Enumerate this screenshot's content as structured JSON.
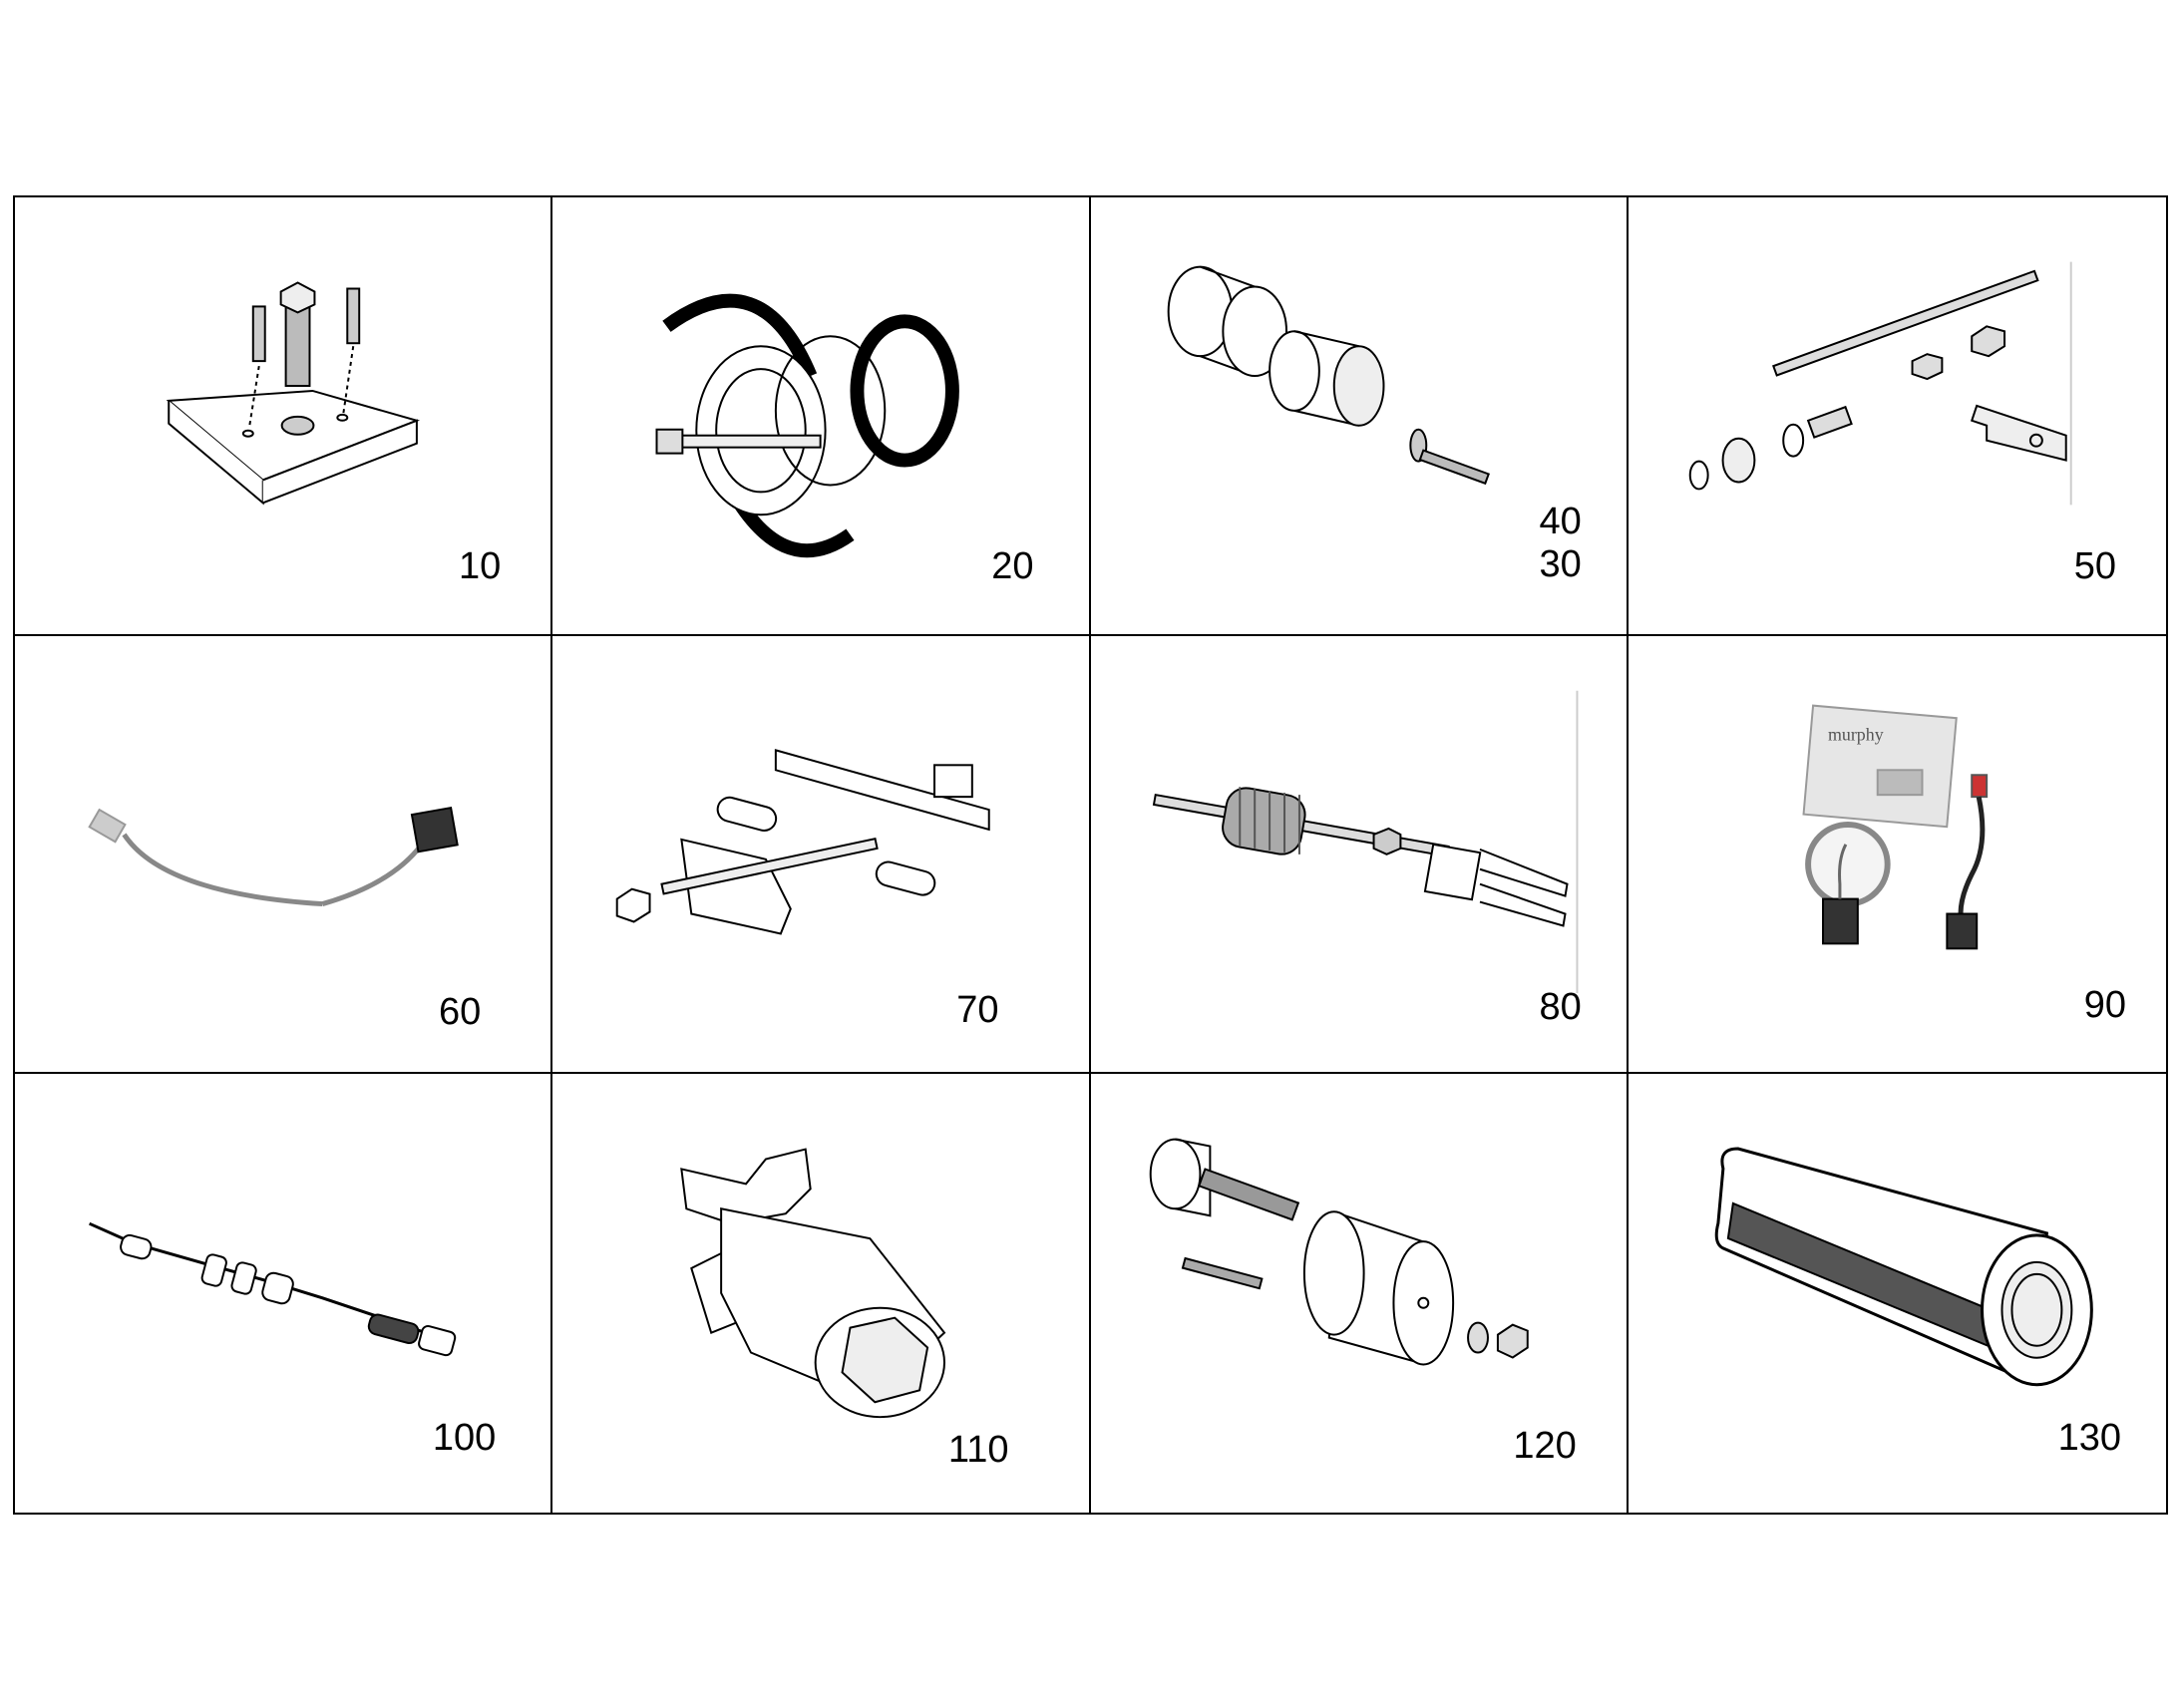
{
  "cells": [
    {
      "labels": [
        "10"
      ],
      "icon": "base-plate-with-bolts-icon"
    },
    {
      "labels": [
        "20"
      ],
      "icon": "split-ring-puller-icon"
    },
    {
      "labels": [
        "40",
        "30"
      ],
      "icon": "bushing-driver-set-icon"
    },
    {
      "labels": [
        "50"
      ],
      "icon": "threaded-rod-puller-icon"
    },
    {
      "labels": [
        "60"
      ],
      "icon": "sensor-cable-icon"
    },
    {
      "labels": [
        "70"
      ],
      "icon": "bar-puller-icon"
    },
    {
      "labels": [
        "80"
      ],
      "icon": "slide-hammer-icon"
    },
    {
      "labels": [
        "90"
      ],
      "icon": "murphy-gauge-kit-icon"
    },
    {
      "labels": [
        "100"
      ],
      "icon": "probe-cable-icon"
    },
    {
      "labels": [
        "110"
      ],
      "icon": "socket-wrench-icon"
    },
    {
      "labels": [
        "120"
      ],
      "icon": "screw-press-tool-icon"
    },
    {
      "labels": [
        "130"
      ],
      "icon": "sleeve-socket-icon"
    }
  ],
  "logo_text": "murphy"
}
